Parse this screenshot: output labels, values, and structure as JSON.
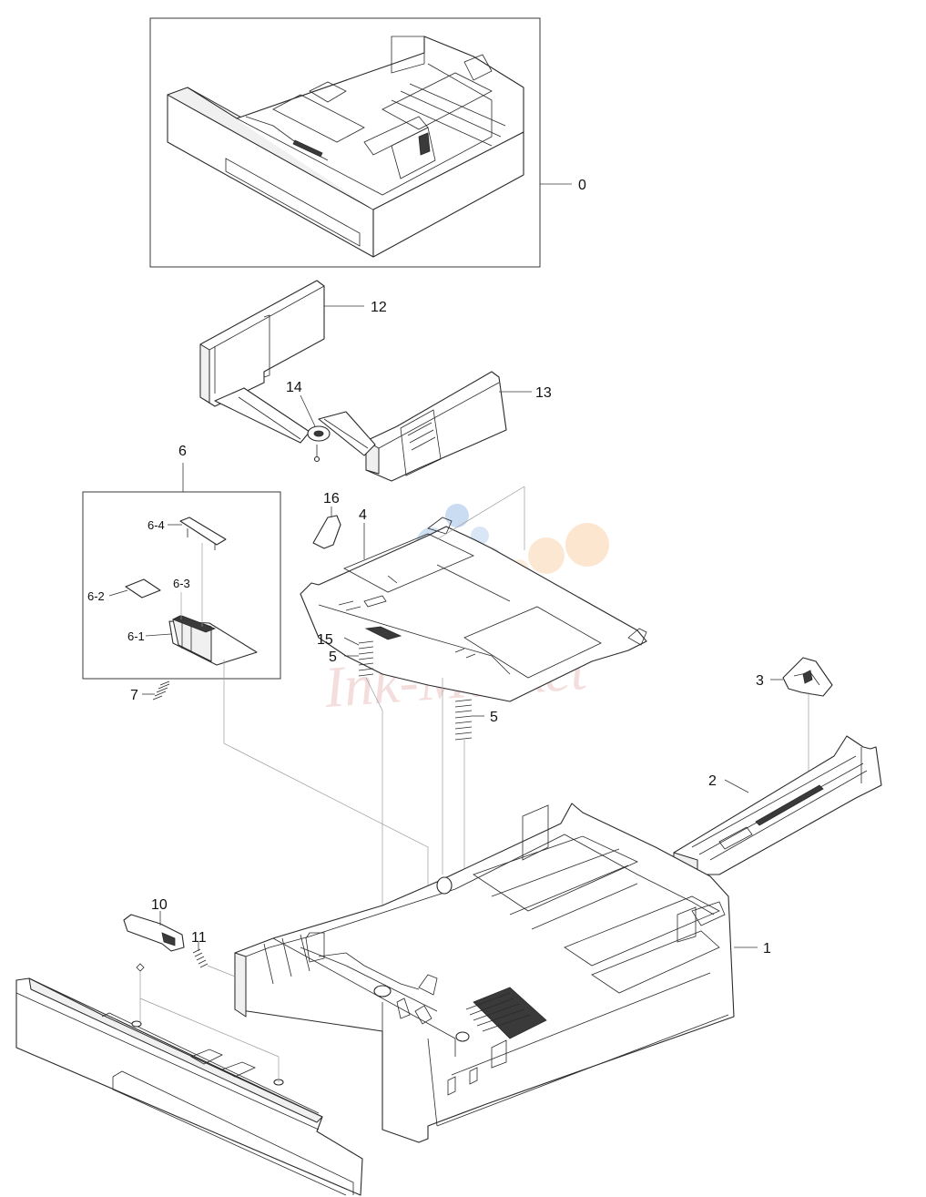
{
  "diagram": {
    "callouts": {
      "c0": "0",
      "c1": "1",
      "c2": "2",
      "c3": "3",
      "c4": "4",
      "c5a": "5",
      "c5b": "5",
      "c6": "6",
      "c6_1": "6-1",
      "c6_2": "6-2",
      "c6_3": "6-3",
      "c6_4": "6-4",
      "c7": "7",
      "c10": "10",
      "c11": "11",
      "c12": "12",
      "c13": "13",
      "c14": "14",
      "c15": "15",
      "c16": "16"
    },
    "watermark": {
      "text": "Ink-Market"
    }
  }
}
